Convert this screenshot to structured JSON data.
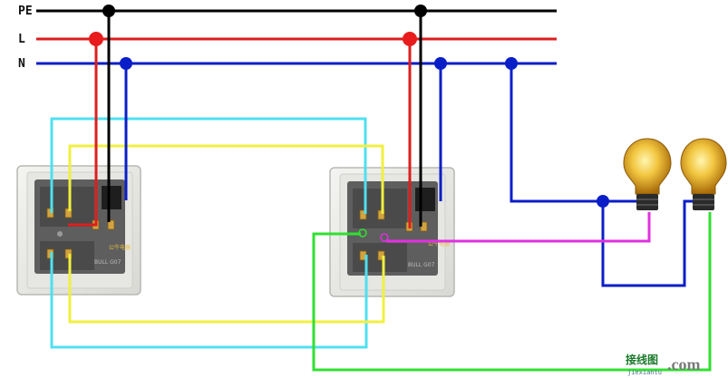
{
  "buses": [
    {
      "label": "PE",
      "color": "#000000"
    },
    {
      "label": "L",
      "color": "#dd1e1e"
    },
    {
      "label": "N",
      "color": "#0a1ec8"
    }
  ],
  "wire_colors": {
    "cyan": "#4fe0f0",
    "yellow": "#f0f040",
    "green": "#30e030",
    "magenta": "#e030e0",
    "line": "#dd1e1e",
    "neutral": "#0a1ec8",
    "earth": "#000000"
  },
  "switches": [
    {
      "name": "switch-left",
      "brand_text": "公牛电器",
      "model_text": "BULL G07"
    },
    {
      "name": "switch-right",
      "brand_text": "公牛电器",
      "model_text": "BULL G07"
    }
  ],
  "lamps": [
    {
      "name": "lamp-1"
    },
    {
      "name": "lamp-2"
    }
  ],
  "watermark": {
    "chinese": "接线图",
    "dot_com": ".com",
    "site": "jiexiantu"
  }
}
